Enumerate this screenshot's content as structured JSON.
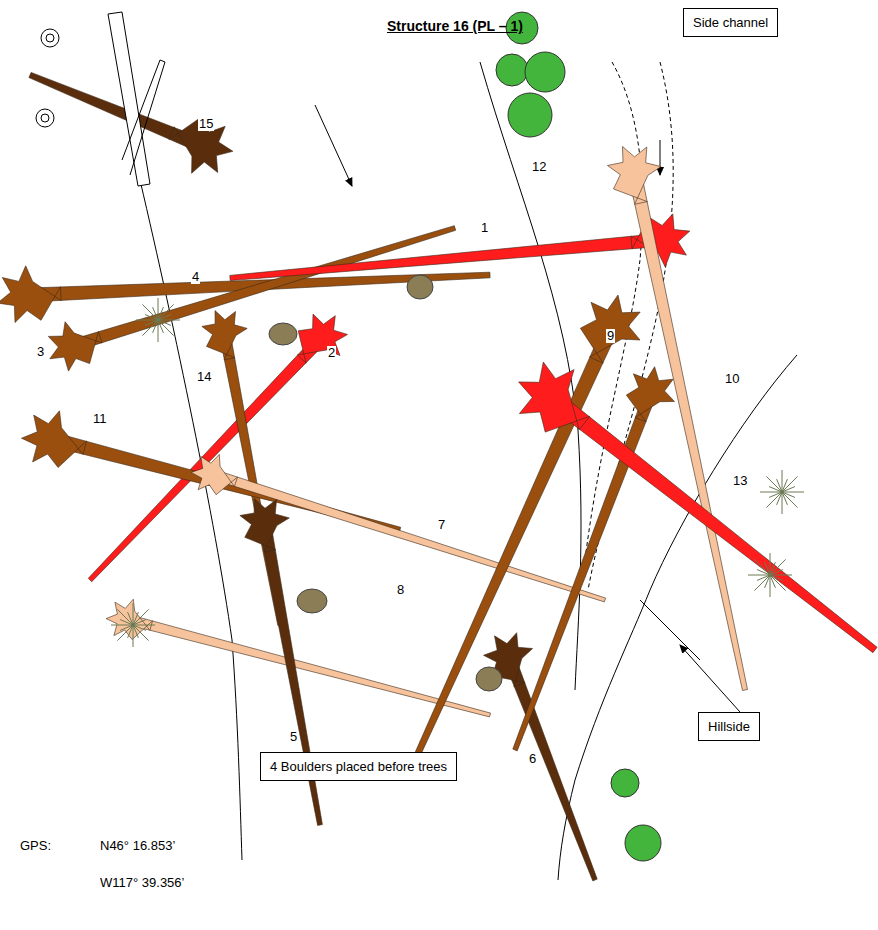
{
  "diagram": {
    "title": "Structure 16 (PL – 1)",
    "nodes": [
      {
        "text": [
          "Side channel"
        ]
      },
      {
        "text": [
          "Hillside"
        ]
      },
      {
        "text": [
          "4 Boulders placed before trees"
        ]
      }
    ],
    "labels": [
      "1",
      "2",
      "3",
      "4",
      "5",
      "6",
      "7",
      "8",
      "9",
      "10",
      "11",
      "12",
      "13",
      "14",
      "15",
      "GPS:",
      "N46° 16.853’",
      "W117° 39.356’"
    ]
  }
}
